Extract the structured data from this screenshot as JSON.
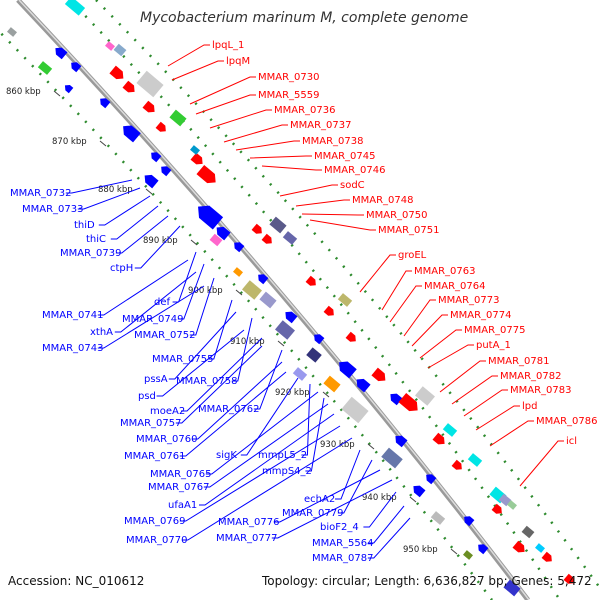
{
  "title": "Mycobacterium marinum M, complete genome",
  "footer": {
    "accession": "Accession: NC_010612",
    "summary": "Topology: circular; Length: 6,636,827 bp; Genes: 5,472"
  },
  "colors": {
    "forward": "#ff0000",
    "reverse": "#0000ff",
    "backbone": "#9a9a9a",
    "dots": "#2e8b2e"
  },
  "kbp_ticks": [
    "860 kbp",
    "870 kbp",
    "880 kbp",
    "890 kbp",
    "900 kbp",
    "910 kbp",
    "920 kbp",
    "930 kbp",
    "940 kbp",
    "950 kbp"
  ],
  "left_labels": [
    "MMAR_0732",
    "MMAR_0733",
    "thiD",
    "thiC",
    "MMAR_0739",
    "ctpH",
    "def",
    "MMAR_0741",
    "MMAR_0749",
    "xthA",
    "MMAR_0752",
    "MMAR_0743",
    "MMAR_0755",
    "pssA",
    "MMAR_0758",
    "psd",
    "moeA2",
    "MMAR_0757",
    "MMAR_0762",
    "MMAR_0760",
    "MMAR_0761",
    "sigK",
    "mmpL5_2",
    "MMAR_0765",
    "mmpS4_2",
    "MMAR_0767",
    "ufaA1",
    "MMAR_0769",
    "MMAR_0770",
    "echA2",
    "MMAR_0779",
    "MMAR_0776",
    "MMAR_0777",
    "bioF2_4",
    "MMAR_5564",
    "MMAR_0787"
  ],
  "right_labels": [
    "lpqL_1",
    "lpqM",
    "MMAR_0730",
    "MMAR_5559",
    "MMAR_0736",
    "MMAR_0737",
    "MMAR_0738",
    "MMAR_0745",
    "MMAR_0746",
    "sodC",
    "MMAR_0748",
    "MMAR_0750",
    "MMAR_0751",
    "groEL",
    "MMAR_0763",
    "MMAR_0764",
    "MMAR_0773",
    "MMAR_0774",
    "MMAR_0775",
    "putA_1",
    "MMAR_0781",
    "MMAR_0782",
    "MMAR_0783",
    "lpd",
    "MMAR_0786",
    "icl"
  ]
}
